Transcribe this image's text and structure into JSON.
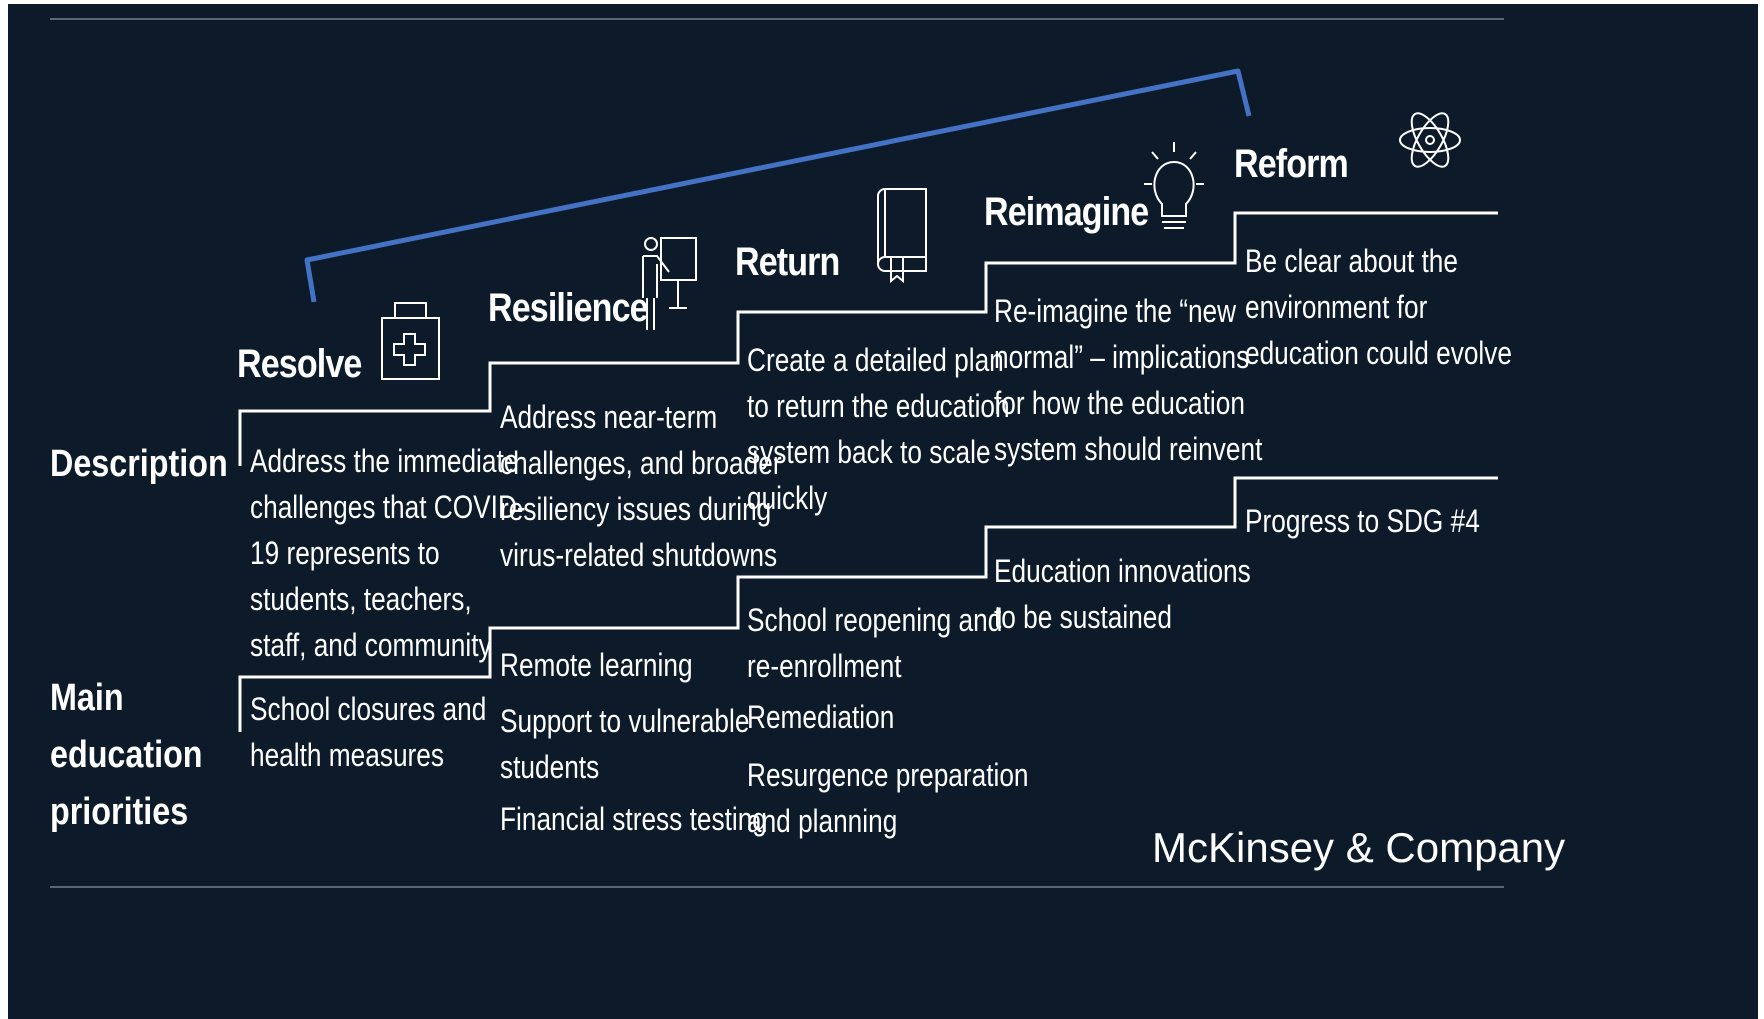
{
  "row_labels": {
    "description": "Description",
    "priorities": "Main\neducation\npriorities"
  },
  "stages": [
    {
      "title": "Resolve",
      "icon": "first-aid-kit-icon",
      "description": "Address the immediate\nchallenges that COVID-\n19 represents to\nstudents, teachers,\nstaff, and community",
      "priorities": [
        "School closures and\nhealth measures"
      ]
    },
    {
      "title": "Resilience",
      "icon": "presenter-icon",
      "description": "Address near-term\nchallenges, and broader\nresiliency issues during\nvirus-related shutdowns",
      "priorities": [
        "Remote learning",
        "Support to vulnerable\nstudents",
        "Financial stress testing"
      ]
    },
    {
      "title": "Return",
      "icon": "book-icon",
      "description": "Create a detailed plan\nto return the education\nsystem back to scale\nquickly",
      "priorities": [
        "School reopening and\nre-enrollment",
        "Remediation",
        "Resurgence preparation\nand planning"
      ]
    },
    {
      "title": "Reimagine",
      "icon": "lightbulb-icon",
      "description": "Re-imagine the “new\nnormal” – implications\nfor how the education\nsystem should reinvent",
      "priorities": [
        "Education innovations\nto be sustained"
      ]
    },
    {
      "title": "Reform",
      "icon": "atom-icon",
      "description": "Be clear about the\nenvironment for\neducation could evolve",
      "priorities": [
        "Progress to SDG #4"
      ]
    }
  ],
  "brand": "McKinsey & Company",
  "colors": {
    "background": "#0c1a2a",
    "bracket": "#4472c4",
    "text": "#ffffff",
    "rule": "#5a6675"
  }
}
